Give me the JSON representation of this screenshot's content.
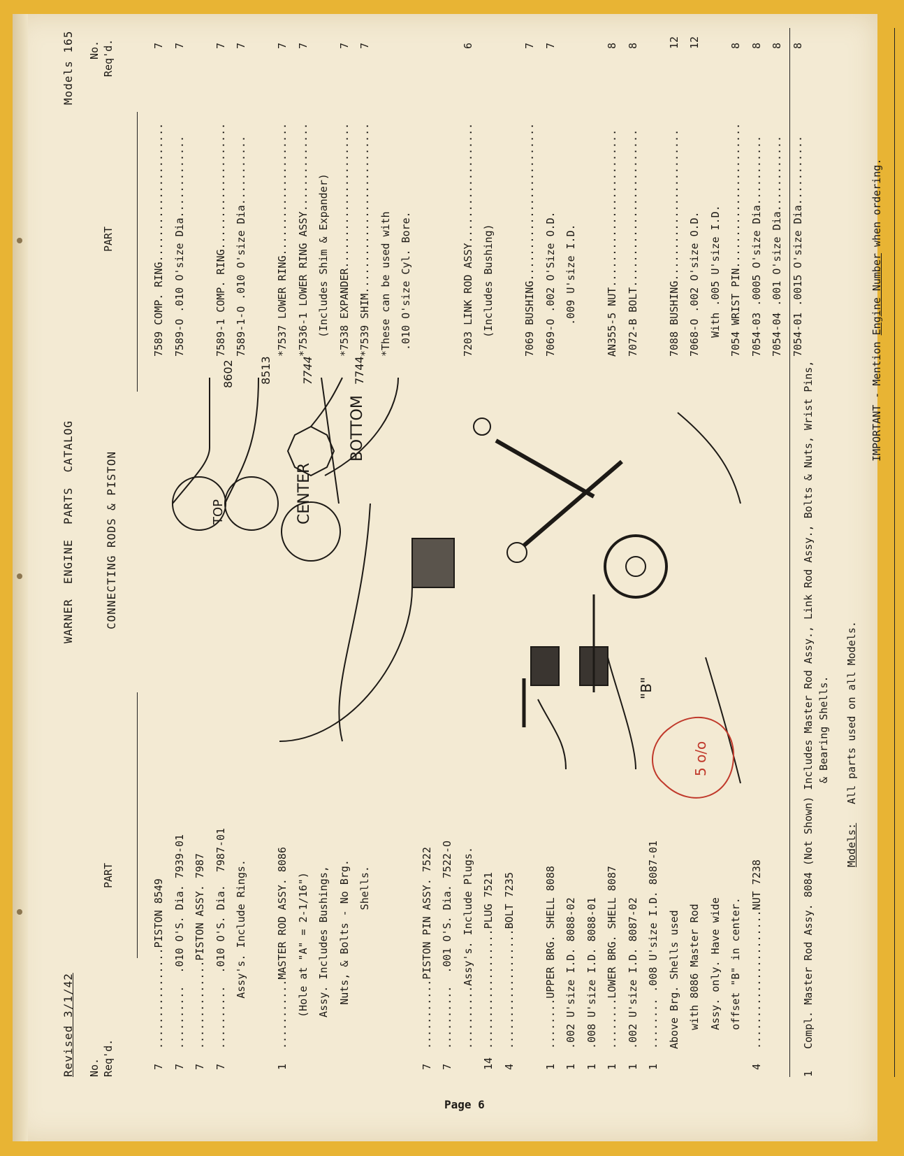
{
  "header": {
    "revised": "Revised 3/1/42",
    "catalog_title": "WARNER  ENGINE  PARTS  CATALOG",
    "section_title": "CONNECTING RODS & PISTON",
    "models": "Models 165"
  },
  "left_columns": {
    "no_label": "No.",
    "req_label": "Req'd.",
    "part_label": "PART"
  },
  "right_columns": {
    "no_label": "No.",
    "req_label": "Req'd.",
    "part_label": "PART"
  },
  "left_parts": [
    {
      "qty": "7",
      "text": "................PISTON 8549"
    },
    {
      "qty": "7",
      "text": "..........  .010 O'S. Dia. 7939-01"
    },
    {
      "qty": "7",
      "text": "..............PISTON ASSY. 7987"
    },
    {
      "qty": "7",
      "text": "..........  .010 O'S. Dia.  7987-01"
    },
    {
      "qty": "",
      "text": "        Assy's. Include Rings."
    },
    {
      "qty": "",
      "text": ""
    },
    {
      "qty": "1",
      "text": "...........MASTER ROD ASSY. 8086"
    },
    {
      "qty": "",
      "text": "     (Hole at \"A\" = 2-1/16\")"
    },
    {
      "qty": "",
      "text": "     Assy. Includes Bushings,"
    },
    {
      "qty": "",
      "text": "       Nuts, & Bolts - No Brg."
    },
    {
      "qty": "",
      "text": "                      Shells."
    },
    {
      "qty": "",
      "text": ""
    },
    {
      "qty": "",
      "text": ""
    },
    {
      "qty": "7",
      "text": "...........PISTON PIN ASSY. 7522"
    },
    {
      "qty": "7",
      "text": "..........  .001 O'S. Dia. 7522-O"
    },
    {
      "qty": "",
      "text": "..........Assy's. Include Plugs."
    },
    {
      "qty": "14",
      "text": "...................PLUG 7521"
    },
    {
      "qty": "4",
      "text": "...................BOLT 7235"
    },
    {
      "qty": "",
      "text": ""
    },
    {
      "qty": "1",
      "text": "........UPPER BRG. SHELL 8088"
    },
    {
      "qty": "1",
      "text": ".002 U'size I.D. 8088-02"
    },
    {
      "qty": "1",
      "text": ".008 U'size I.D. 8088-01"
    },
    {
      "qty": "1",
      "text": "........LOWER BRG. SHELL 8087"
    },
    {
      "qty": "1",
      "text": ".002 U'size I.D. 8087-02"
    },
    {
      "qty": "1",
      "text": "........ .008 U'size I.D. 8087-01"
    },
    {
      "qty": "",
      "text": "Above Brg. Shells used"
    },
    {
      "qty": "",
      "text": "   with 8086 Master Rod"
    },
    {
      "qty": "",
      "text": "   Assy. only. Have wide"
    },
    {
      "qty": "",
      "text": "   offset \"B\" in center."
    },
    {
      "qty": "4",
      "text": "......................NUT 7238"
    }
  ],
  "right_parts": [
    {
      "qty": "7",
      "text": "7589 COMP. RING......................"
    },
    {
      "qty": "7",
      "text": "7589-O .010 O'size Dia............."
    },
    {
      "qty": "",
      "text": ""
    },
    {
      "qty": "7",
      "text": "7589-1 COMP. RING...................."
    },
    {
      "qty": "7",
      "text": "7589-1-O .010 O'size Dia..........."
    },
    {
      "qty": "",
      "text": ""
    },
    {
      "qty": "7",
      "text": "*7537 LOWER RING....................."
    },
    {
      "qty": "7",
      "text": "*7536-1 LOWER RING ASSY.............."
    },
    {
      "qty": "",
      "text": "   (Includes Shim & Expander)"
    },
    {
      "qty": "7",
      "text": "*7538 EXPANDER......................."
    },
    {
      "qty": "7",
      "text": "*7539 SHIM..........................."
    },
    {
      "qty": "",
      "text": "*These can be used with"
    },
    {
      "qty": "",
      "text": " .010 O'size Cyl. Bore."
    },
    {
      "qty": "",
      "text": ""
    },
    {
      "qty": "",
      "text": ""
    },
    {
      "qty": "6",
      "text": "7203 LINK ROD ASSY..................."
    },
    {
      "qty": "",
      "text": "   (Includes Bushing)"
    },
    {
      "qty": "",
      "text": ""
    },
    {
      "qty": "7",
      "text": "7069 BUSHING........................."
    },
    {
      "qty": "7",
      "text": "7069-O .002 O'Size O.D."
    },
    {
      "qty": "",
      "text": "     .009 U'size I.D."
    },
    {
      "qty": "",
      "text": ""
    },
    {
      "qty": "8",
      "text": "AN355-5 NUT........................."
    },
    {
      "qty": "8",
      "text": "7072-B BOLT........................."
    },
    {
      "qty": "",
      "text": ""
    },
    {
      "qty": "12",
      "text": "7088 BUSHING........................"
    },
    {
      "qty": "12",
      "text": "7068-O .002 O'size O.D."
    },
    {
      "qty": "",
      "text": "   With .005 U'size I.D."
    },
    {
      "qty": "8",
      "text": "7054 WRIST PIN......................."
    },
    {
      "qty": "8",
      "text": "7054-03 .0005 O'size Dia..........."
    },
    {
      "qty": "8",
      "text": "7054-04 .001 O'size Dia............"
    },
    {
      "qty": "8",
      "text": "7054-01 .0015 O'size Dia..........."
    }
  ],
  "diagram_labels": {
    "top": "TOP",
    "center": "CENTER",
    "bottom": "BOTTOM",
    "n8602": "8602",
    "n8513": "8513",
    "n7744a": "7744",
    "n7744b": "7744",
    "b_label": "\"B\"",
    "handwritten": "5 o/o"
  },
  "footer": {
    "qty": "1",
    "line1": "Compl. Master Rod Assy. 8084 (Not Shown) Includes Master Rod Assy., Link Rod Assy., Bolts & Nuts, Wrist Pins,",
    "line2": "& Bearing Shells.",
    "models_label": "Models:",
    "models_text": "All parts used on all Models.",
    "important_prefix": "IMPORTANT - Mention ",
    "important_link": "Engine Number",
    "important_suffix": " when ordering."
  },
  "page": "Page 6"
}
